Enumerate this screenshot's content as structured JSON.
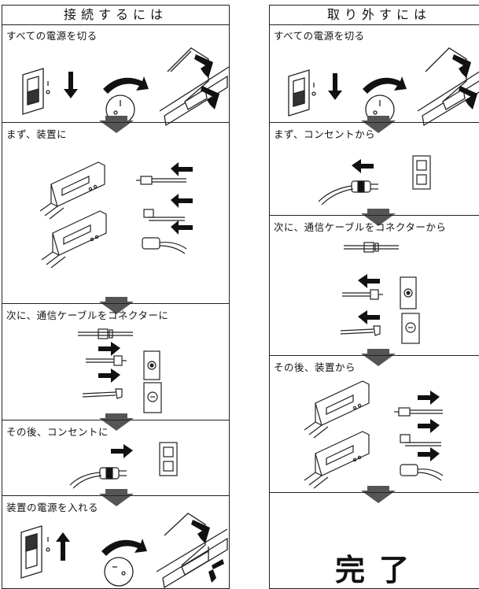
{
  "connect": {
    "title": "接続するには",
    "steps": [
      "すべての電源を切る",
      "まず、装置に",
      "次に、通信ケーブルをコネクターに",
      "その後、コンセントに",
      "装置の電源を入れる"
    ]
  },
  "disconnect": {
    "title": "取り外すには",
    "steps": [
      "すべての電源を切る",
      "まず、コンセントから",
      "次に、通信ケーブルをコネクターから",
      "その後、装置から"
    ],
    "done": "完了"
  }
}
